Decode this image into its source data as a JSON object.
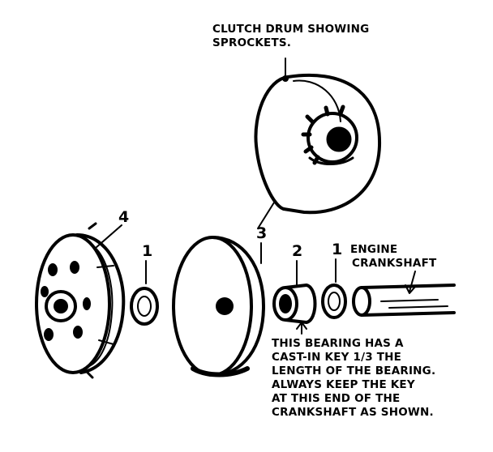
{
  "callouts": {
    "drum_note": [
      "CLUTCH DRUM SHOWING",
      "SPROCKETS."
    ],
    "engine_note": [
      "ENGINE",
      "CRANKSHAFT"
    ],
    "bearing_note": [
      "THIS BEARING HAS A",
      "CAST-IN KEY 1/3 THE",
      "LENGTH OF THE BEARING.",
      "ALWAYS KEEP THE KEY",
      "AT THIS END OF THE",
      "CRANKSHAFT AS SHOWN."
    ]
  },
  "part_numbers": {
    "clutch": "4",
    "washer_left": "1",
    "drum": "3",
    "bearing": "2",
    "washer_right": "1"
  },
  "colors": {
    "ink": "#000000",
    "paper": "#ffffff"
  }
}
